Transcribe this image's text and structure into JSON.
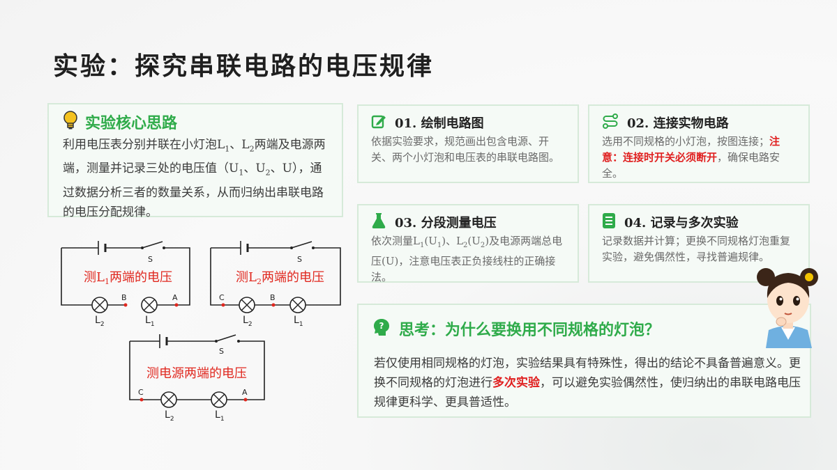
{
  "title": "实验：探究串联电路的电压规律",
  "core": {
    "title": "实验核心思路",
    "text_1": "利用电压表分别并联在小灯泡L",
    "sub_1": "1",
    "text_2": "、L",
    "sub_2": "2",
    "text_3": "两端及电源两端，测量并记录三处的电压值（U",
    "sub_3": "1",
    "text_4": "、U",
    "sub_4": "2",
    "text_5": "、U），通过数据分析三者的数量关系，从而归纳出串联电路的电压分配规律。"
  },
  "steps": [
    {
      "title": "01.  绘制电路图",
      "body": "依据实验要求，规范画出包含电源、开关、两个小灯泡和电压表的串联电路图。"
    },
    {
      "title": "02.  连接实物电路",
      "body_1": "选用不同规格的小灯泡，按图连接；",
      "highlight": "注意：连接时开关必须断开",
      "body_2": "，确保电路安全。"
    },
    {
      "title": "03.  分段测量电压",
      "text_1": "依次测量L",
      "sub_1": "1",
      "text_2": "(U",
      "sub_2": "1",
      "text_3": ")、L",
      "sub_3": "2",
      "text_4": "(U",
      "sub_4": "2",
      "text_5": ")及电源两端总电压(U)，注意电压表正负接线柱的正确接法。"
    },
    {
      "title": "04.  记录与多次实验",
      "body": "记录数据并计算；更换不同规格灯泡重复实验，避免偶然性，寻找普遍规律。"
    }
  ],
  "think": {
    "title": "思考：为什么要换用不同规格的灯泡？",
    "body_1": "若仅使用相同规格的灯泡，实验结果具有特殊性，得出的结论不具备普遍意义。更换不同规格的灯泡进行",
    "highlight": "多次实验",
    "body_2": "，可以避免实验偶然性，使归纳出的串联电路电压规律更科学、更具普适性。"
  },
  "circuits": [
    {
      "label_a": "测L",
      "label_sub": "1",
      "label_b": "两端的电压",
      "switch": "S",
      "pt_left": "B",
      "pt_right": "A",
      "lamp_left": "L",
      "lamp_left_sub": "2",
      "lamp_right": "L",
      "lamp_right_sub": "1"
    },
    {
      "label_a": "测L",
      "label_sub": "2",
      "label_b": "两端的电压",
      "switch": "S",
      "pt_left": "C",
      "pt_mid": "B",
      "lamp_left": "L",
      "lamp_left_sub": "2",
      "lamp_right": "L",
      "lamp_right_sub": "1"
    },
    {
      "label": "测电源两端的电压",
      "switch": "S",
      "pt_left": "C",
      "pt_right": "A",
      "lamp_left": "L",
      "lamp_left_sub": "2",
      "lamp_right": "L",
      "lamp_right_sub": "1"
    }
  ],
  "colors": {
    "accent": "#2fab4a",
    "highlight": "#e02020",
    "card_bg": "#f5faf6",
    "card_border": "#d6ead9"
  },
  "icons": [
    "lightbulb-icon",
    "edit-icon",
    "route-icon",
    "flask-icon",
    "list-icon",
    "thinking-head-icon",
    "cartoon-girl"
  ]
}
